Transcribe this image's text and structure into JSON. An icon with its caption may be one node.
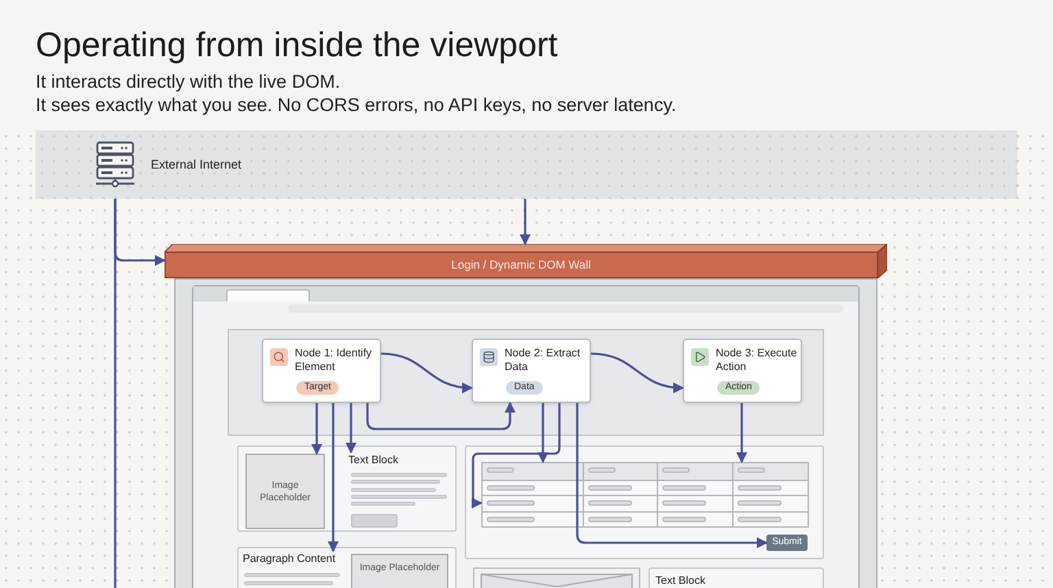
{
  "diagram": {
    "title": "Operating from inside the viewport",
    "nodes": [
      {
        "text": [
          "External Internet"
        ]
      },
      {
        "text": [
          "Login / Dynamic DOM Wall"
        ]
      },
      {
        "text": [
          "Node 1: Identify Element",
          "Target"
        ]
      },
      {
        "text": [
          "Node 2: Extract Data",
          "Data"
        ]
      },
      {
        "text": [
          "Node 3: Execute Action",
          "Action"
        ]
      },
      {
        "text": [
          "Image Placeholder"
        ]
      },
      {
        "text": [
          "Text Block"
        ]
      },
      {
        "text": [
          "Paragraph Content"
        ]
      },
      {
        "text": [
          "Image Placeholder"
        ]
      },
      {
        "text": [],
        "shape": "box"
      },
      {
        "text": [],
        "shape": "box"
      },
      {
        "text": [],
        "shape": "box"
      },
      {
        "text": [
          "Submit"
        ]
      },
      {
        "text": [
          "Text Block"
        ]
      }
    ],
    "edges": [
      {
        "from": 0,
        "to": 1,
        "arrow": "to"
      },
      {
        "from": 0,
        "to": 1,
        "arrow": "to"
      },
      {
        "from": 0,
        "to": null,
        "arrow": "none"
      },
      {
        "from": 2,
        "to": 3,
        "arrow": "to"
      },
      {
        "from": 3,
        "to": 4,
        "arrow": "to"
      },
      {
        "from": 2,
        "to": 3,
        "arrow": "to"
      },
      {
        "from": 2,
        "to": 5,
        "arrow": "to"
      },
      {
        "from": 2,
        "to": 7,
        "arrow": "to"
      },
      {
        "from": 2,
        "to": 6,
        "arrow": "to"
      },
      {
        "from": 3,
        "to": 9,
        "arrow": "to"
      },
      {
        "from": 3,
        "to": 10,
        "arrow": "to"
      },
      {
        "from": 3,
        "to": 12,
        "arrow": "to"
      },
      {
        "from": 4,
        "to": 11,
        "arrow": "to"
      }
    ],
    "labels": [
      "It interacts directly with the live DOM.",
      "It sees exactly what you see. No CORS errors, no API keys, no server latency."
    ]
  }
}
